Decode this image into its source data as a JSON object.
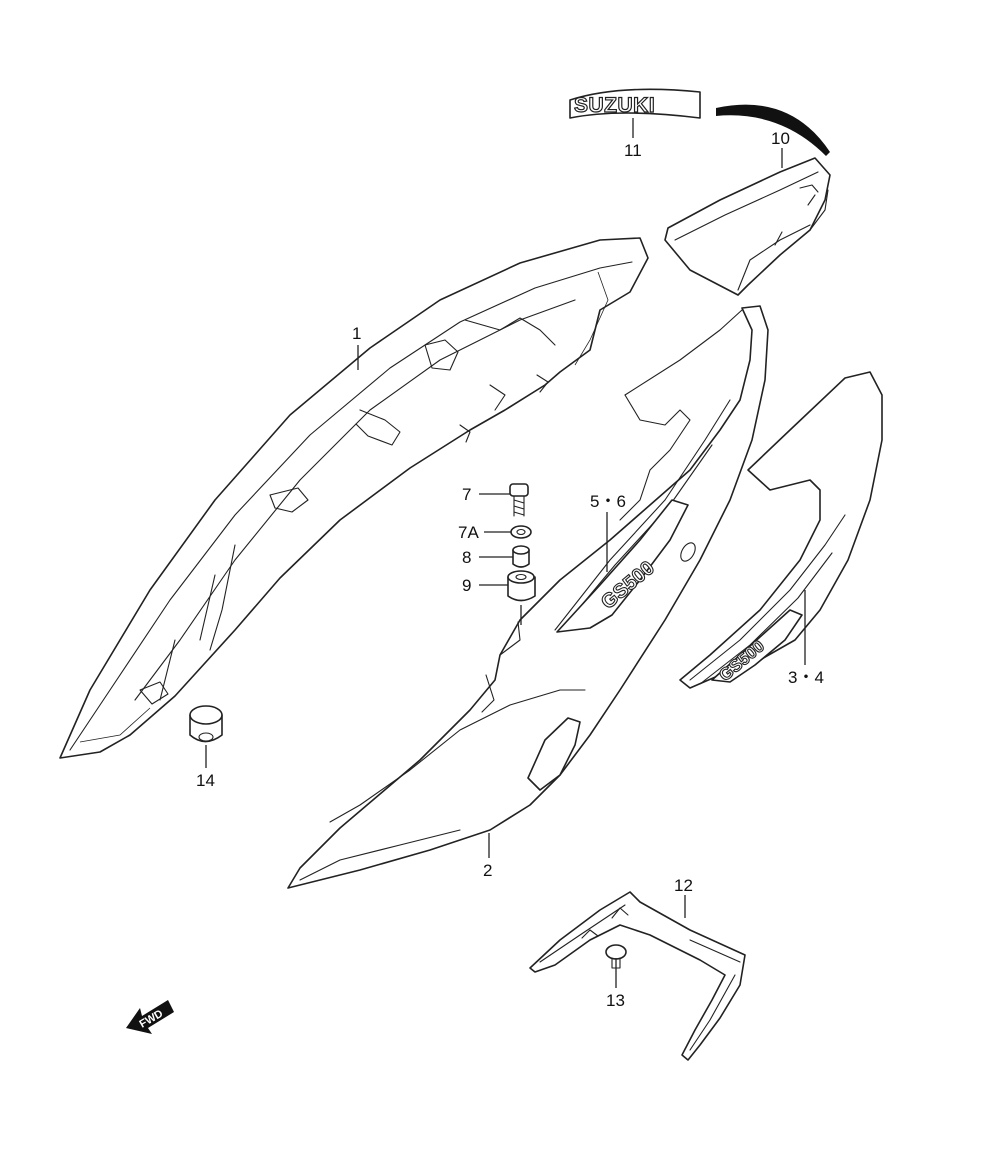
{
  "emblem": {
    "brand_text": "SUZUKI"
  },
  "decals": {
    "model_text_main": "GS500",
    "model_text_side": "GS500"
  },
  "fwd_arrow": {
    "label": "FWD"
  },
  "callouts": {
    "c1": "1",
    "c2": "2",
    "c3_4": "3・4",
    "c5_6": "5・6",
    "c7": "7",
    "c7a": "7A",
    "c8": "8",
    "c9": "9",
    "c10": "10",
    "c11": "11",
    "c12": "12",
    "c13": "13",
    "c14": "14"
  }
}
